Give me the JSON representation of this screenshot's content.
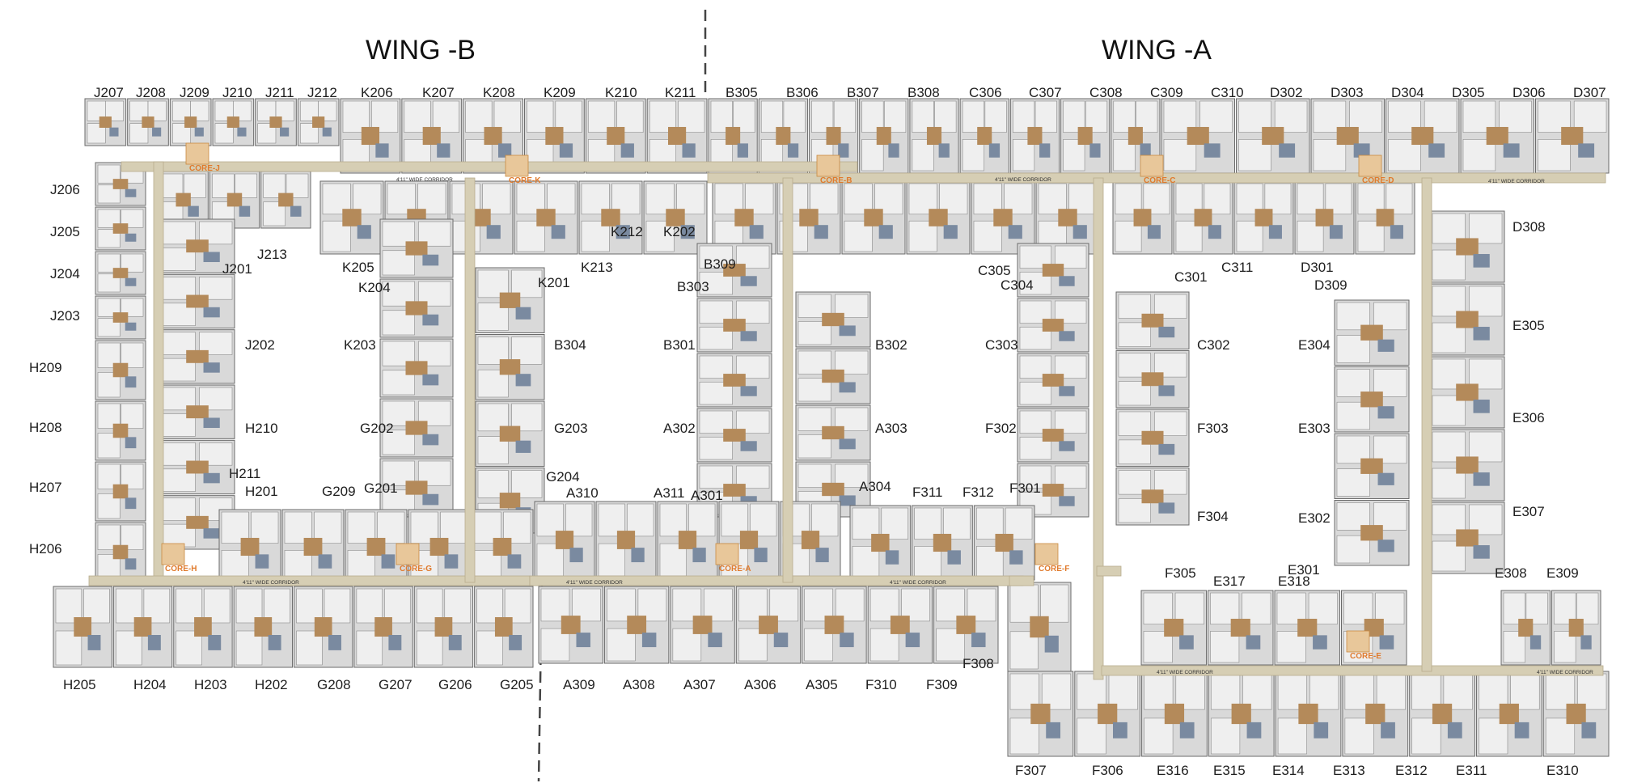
{
  "wings": [
    {
      "id": "wing-b",
      "label": "WING -B"
    },
    {
      "id": "wing-a",
      "label": "WING -A"
    }
  ],
  "cores": [
    "CORE-J",
    "CORE-K",
    "CORE-B",
    "CORE-C",
    "CORE-D",
    "CORE-H",
    "CORE-G",
    "CORE-A",
    "CORE-F",
    "CORE-E"
  ],
  "corridor_label": "4'11\" WIDE CORRIDOR",
  "units": {
    "top_left": [
      "J207",
      "J208",
      "J209",
      "J210",
      "J211",
      "J212"
    ],
    "top_k": [
      "K206",
      "K207",
      "K208",
      "K209",
      "K210",
      "K211"
    ],
    "top_bc": [
      "B305",
      "B306",
      "B307",
      "B308",
      "C306",
      "C307",
      "C308",
      "C309",
      "C310"
    ],
    "top_d": [
      "D302",
      "D303",
      "D304",
      "D305",
      "D306",
      "D307"
    ],
    "left_j": [
      "J206",
      "J205",
      "J204",
      "J203"
    ],
    "left_h": [
      "H209",
      "H208",
      "H207",
      "H206"
    ],
    "bottom_left": [
      "H205",
      "H204",
      "H203",
      "H202",
      "G208",
      "G207",
      "G206",
      "G205"
    ],
    "bottom_a": [
      "A309",
      "A308",
      "A307",
      "A306",
      "A305",
      "F310",
      "F309"
    ],
    "bottom_e": [
      "F307",
      "F306",
      "E316",
      "E315",
      "E314",
      "E313",
      "E312",
      "E311",
      "E310"
    ],
    "inner": [
      "J213",
      "J201",
      "J202",
      "H210",
      "H211",
      "H201",
      "G209",
      "G201",
      "G202",
      "G203",
      "G204",
      "K205",
      "K204",
      "K203",
      "K201",
      "K213",
      "K212",
      "K202",
      "B304",
      "B303",
      "B301",
      "B309",
      "B302",
      "A302",
      "A303",
      "A301",
      "A304",
      "A310",
      "A311",
      "C305",
      "C304",
      "C303",
      "C301",
      "C311",
      "C302",
      "F302",
      "F303",
      "F301",
      "F311",
      "F312",
      "F304",
      "F305",
      "F308",
      "D301",
      "D309",
      "D308",
      "E304",
      "E305",
      "E303",
      "E306",
      "E302",
      "E307",
      "E301",
      "E308",
      "E309",
      "E317",
      "E318"
    ]
  }
}
